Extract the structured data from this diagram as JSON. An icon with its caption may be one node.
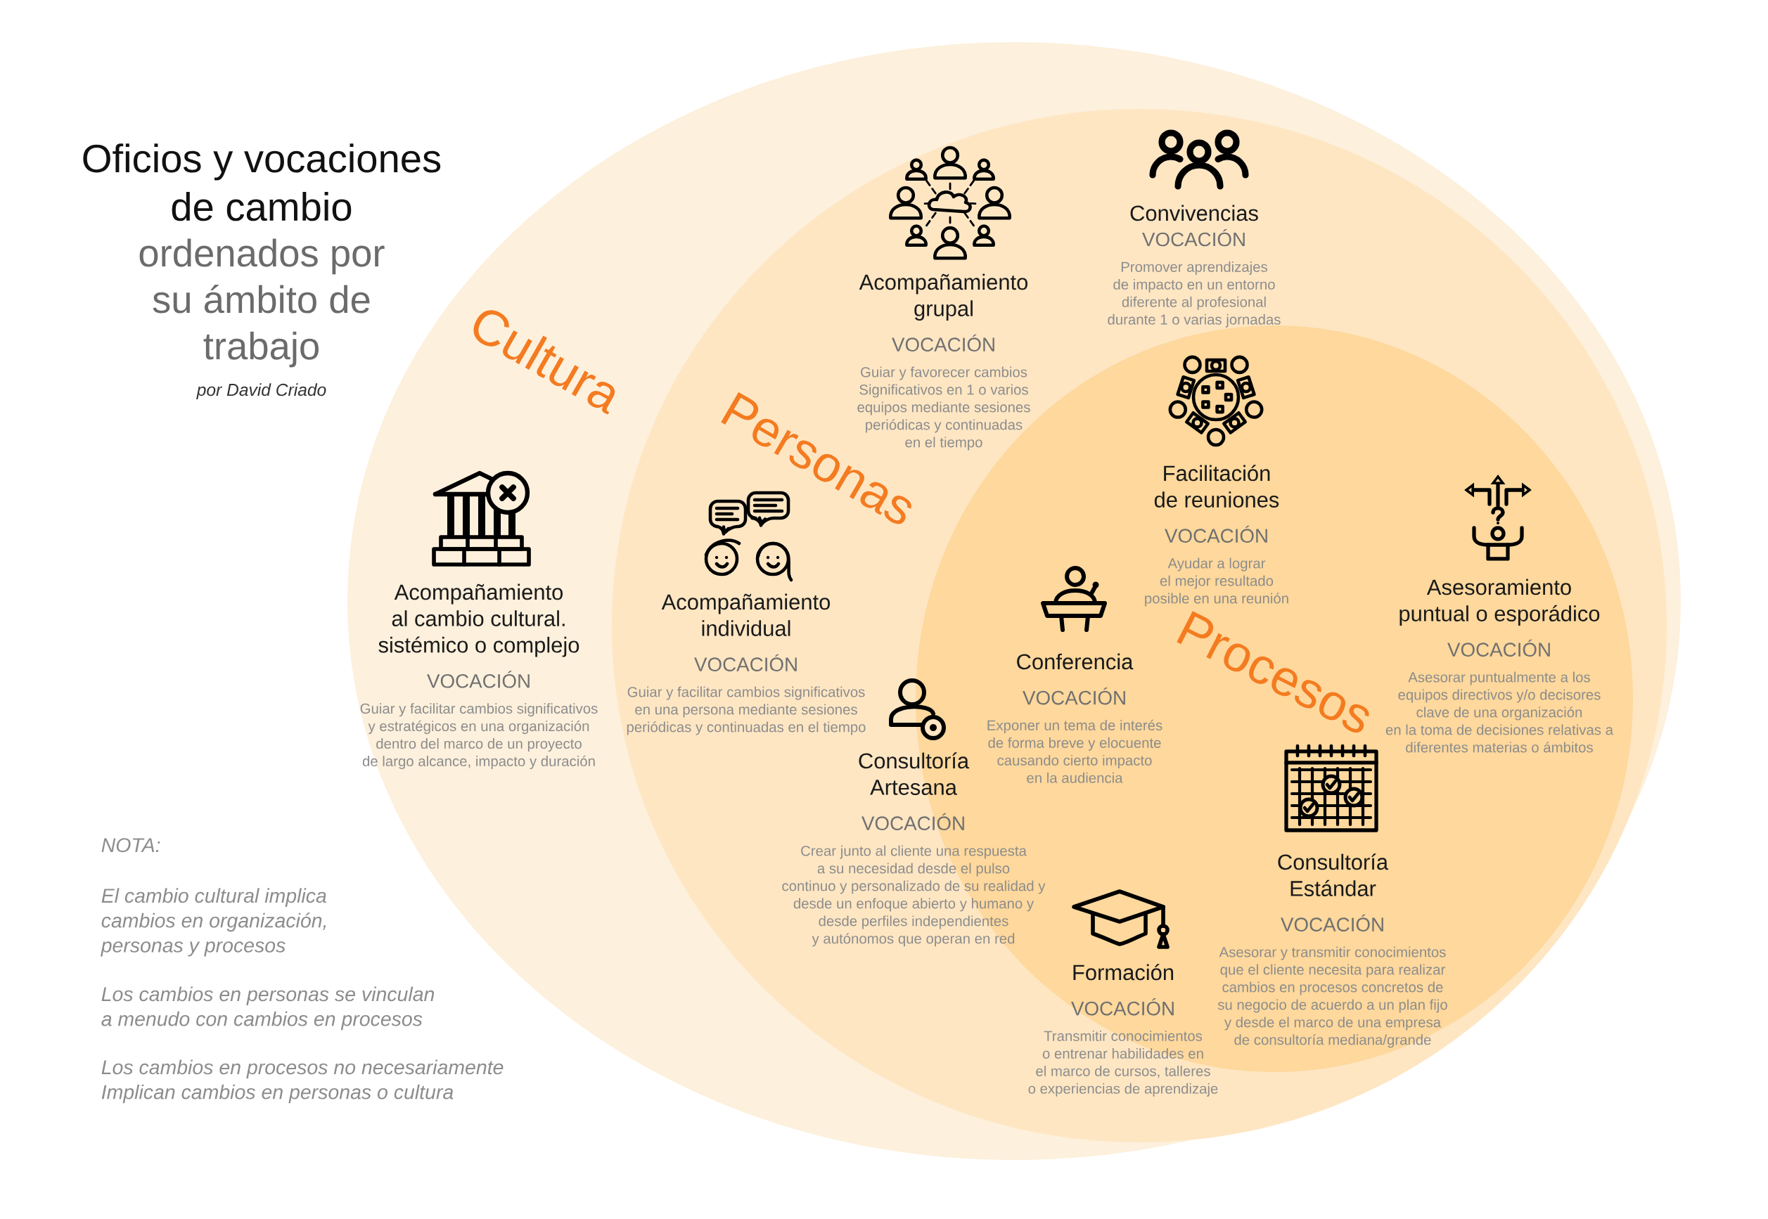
{
  "diagram": {
    "title": "Oficios y vocaciones de cambio",
    "nodes": [
      {
        "text": [
          "Cultura"
        ]
      },
      {
        "text": [
          "Personas"
        ],
        "in": 0
      },
      {
        "text": [
          "Procesos"
        ],
        "in": 1
      },
      {
        "text": [
          "Acompañamiento al cambio cultural. sistémico o complejo",
          "VOCACIÓN",
          "Guiar y facilitar cambios significativos y estratégicos en una organización dentro del marco de un proyecto de largo alcance, impacto y duración"
        ],
        "in": 0
      },
      {
        "text": [
          "Acompañamiento grupal",
          "VOCACIÓN",
          "Guiar y favorecer cambios Significativos en 1 o varios equipos mediante sesiones periódicas y continuadas en el tiempo"
        ],
        "in": 1
      },
      {
        "text": [
          "Convivencias",
          "VOCACIÓN",
          "Promover aprendizajes de impacto en un entorno diferente al profesional durante 1 o varias jornadas"
        ],
        "in": 1
      },
      {
        "text": [
          "Acompañamiento individual",
          "VOCACIÓN",
          "Guiar y facilitar cambios significativos en una persona mediante sesiones periódicas y continuadas en el tiempo"
        ],
        "in": 1
      },
      {
        "text": [
          "Consultoría Artesana",
          "VOCACIÓN",
          "Crear junto al cliente una respuesta a su necesidad desde el pulso continuo y personalizado de su realidad y desde un enfoque abierto y humano y desde perfiles independientes y autónomos que operan en red"
        ],
        "in": 1
      },
      {
        "text": [
          "Facilitación de reuniones",
          "VOCACIÓN",
          "Ayudar a lograr el mejor resultado posible en una reunión"
        ],
        "in": 2
      },
      {
        "text": [
          "Conferencia",
          "VOCACIÓN",
          "Exponer un tema de interés de forma breve y elocuente causando cierto impacto en la audiencia"
        ],
        "in": 2
      },
      {
        "text": [
          "Asesoramiento puntual o esporádico",
          "VOCACIÓN",
          "Asesorar puntualmente a los equipos directivos y/o decisores clave de una organización en la toma de decisiones relativas a diferentes materias o ámbitos"
        ],
        "in": 2
      },
      {
        "text": [
          "Consultoría Estándar",
          "VOCACIÓN",
          "Asesorar y transmitir conocimientos que el cliente necesita para realizar cambios en procesos concretos de su negocio de acuerdo a un plan fijo y desde el marco de una empresa de consultoría mediana/grande"
        ],
        "in": 2
      },
      {
        "text": [
          "Formación",
          "VOCACIÓN",
          "Transmitir conocimientos o entrenar habilidades en el marco de cursos, talleres o experiencias de aprendizaje"
        ],
        "in": 2
      }
    ],
    "labels": [
      "ordenados por su ámbito de trabajo",
      "por David Criado",
      "NOTA:",
      "El cambio cultural implica cambios en organización, personas y procesos",
      "Los cambios en personas se vinculan a menudo con cambios en procesos",
      "Los cambios en procesos no necesariamente Implican cambios en personas o cultura"
    ]
  }
}
